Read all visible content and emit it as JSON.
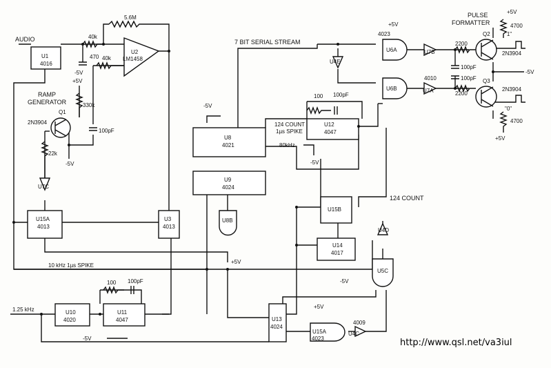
{
  "labels": {
    "audio": "AUDIO",
    "ramp1": "RAMP",
    "ramp2": "GENERATOR",
    "serial": "7 BIT SERIAL STREAM",
    "count124a": "124 COUNT",
    "spike1": "1µs SPIKE",
    "khz80": "80kHz",
    "count124b": "124 COUNT",
    "khz10": "10 kHz     1µs SPIKE",
    "khz125": "1.25 kHz",
    "pulse1": "PULSE",
    "pulse2": "FORMATTER",
    "url": "http://www.qsl.net/va3iul"
  },
  "parts": {
    "u1a": "U1",
    "u1b": "4016",
    "u2a": "U2",
    "u2b": "LM1458",
    "u3a": "U3",
    "u3b": "4013",
    "u15aa": "U15A",
    "u15ab": "4013",
    "u8a": "U8",
    "u8b": "4021",
    "u9a": "U9",
    "u9b": "4024",
    "u12a": "U12",
    "u12b": "4047",
    "u6a": "U6A",
    "u6b": "U6B",
    "u4023": "4023",
    "u7b": "U7B",
    "u7a": "U7A",
    "u4010": "4010",
    "q1": "Q1",
    "q1t": "2N3904",
    "q2": "Q2",
    "q2t": "2N3904",
    "q3": "Q3",
    "q3t": "2N3904",
    "u4e": "U4E",
    "u7c": "U7C",
    "u8b_gate": "U8B",
    "u15b": "U15B",
    "u14a": "U14",
    "u14b": "4017",
    "u4d": "U4D",
    "u5c": "U5C",
    "u10a": "U10",
    "u10b": "4020",
    "u11a": "U11",
    "u11b": "4047",
    "u13a": "U13",
    "u13b": "4024",
    "u15xa": "U15A",
    "u15xb": "4023",
    "u4c": "U4C",
    "u4009": "4009"
  },
  "values": {
    "r56m": "5.6M",
    "r40k1": "40k",
    "r40k2": "40k",
    "c470": "470",
    "r330k": "330k",
    "c100p1": "100pF",
    "r22k": "22k",
    "r100a": "100",
    "c100pa": "100pF",
    "r2200a": "2200",
    "r2200b": "2200",
    "c100pb": "100pF",
    "c100pc": "100pF",
    "r4700a": "4700",
    "r4700b": "4700",
    "r100b": "100",
    "c100pd": "100pF"
  },
  "supplies": {
    "p5a": "+5V",
    "m5a": "-5V",
    "m5b": "-5V",
    "m5c": "-5V",
    "m5d": "-5V",
    "p5b": "+5V",
    "p5c": "+5V",
    "p5d": "+5V",
    "m5e": "-5V",
    "m5f": "-5V",
    "p5e": "+5V",
    "p5f": "+5V",
    "m5g": "-5V"
  },
  "pins": {
    "one": "1",
    "0a": "\"1\"",
    "0b": "\"0\""
  }
}
